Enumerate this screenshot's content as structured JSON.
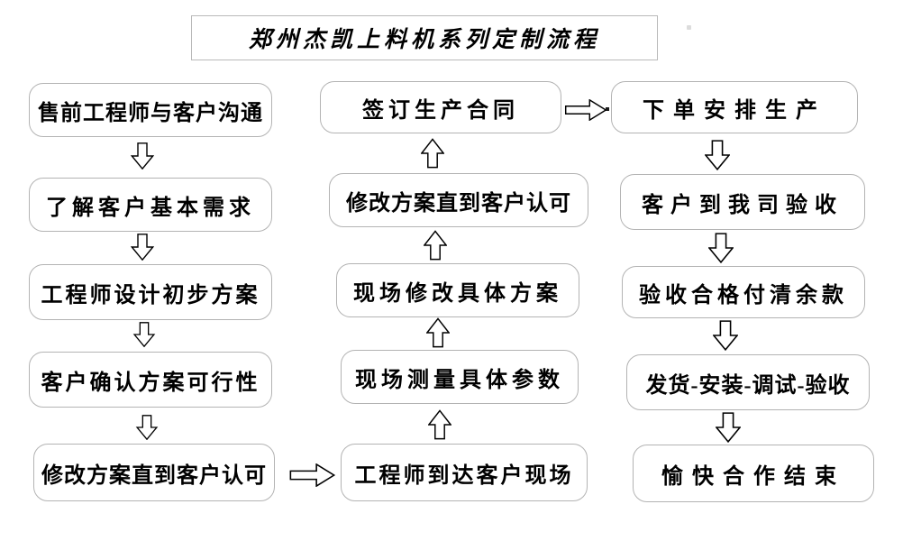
{
  "title": "郑州杰凯上料机系列定制流程",
  "flowchart": {
    "left_column": [
      {
        "label": "售前工程师与客户沟通"
      },
      {
        "label": "了解客户基本需求"
      },
      {
        "label": "工程师设计初步方案"
      },
      {
        "label": "客户确认方案可行性"
      },
      {
        "label": "修改方案直到客户认可"
      }
    ],
    "middle_column": [
      {
        "label": "签订生产合同"
      },
      {
        "label": "修改方案直到客户认可"
      },
      {
        "label": "现场修改具体方案"
      },
      {
        "label": "现场测量具体参数"
      },
      {
        "label": "工程师到达客户现场"
      }
    ],
    "right_column": [
      {
        "label": "下单安排生产"
      },
      {
        "label": "客户到我司验收"
      },
      {
        "label": "验收合格付清余款"
      },
      {
        "label": "发货-安装-调试-验收"
      },
      {
        "label": "愉快合作结束"
      }
    ],
    "flow_directions": {
      "left_column": "down",
      "middle_column": "up",
      "right_column": "down",
      "left_to_middle": "right",
      "middle_to_right": "right"
    }
  },
  "colors": {
    "box_border": "#b3b3b3",
    "box_fill": "#ffffff",
    "text": "#000000",
    "arrow_outline": "#000000",
    "background": "#ffffff"
  }
}
